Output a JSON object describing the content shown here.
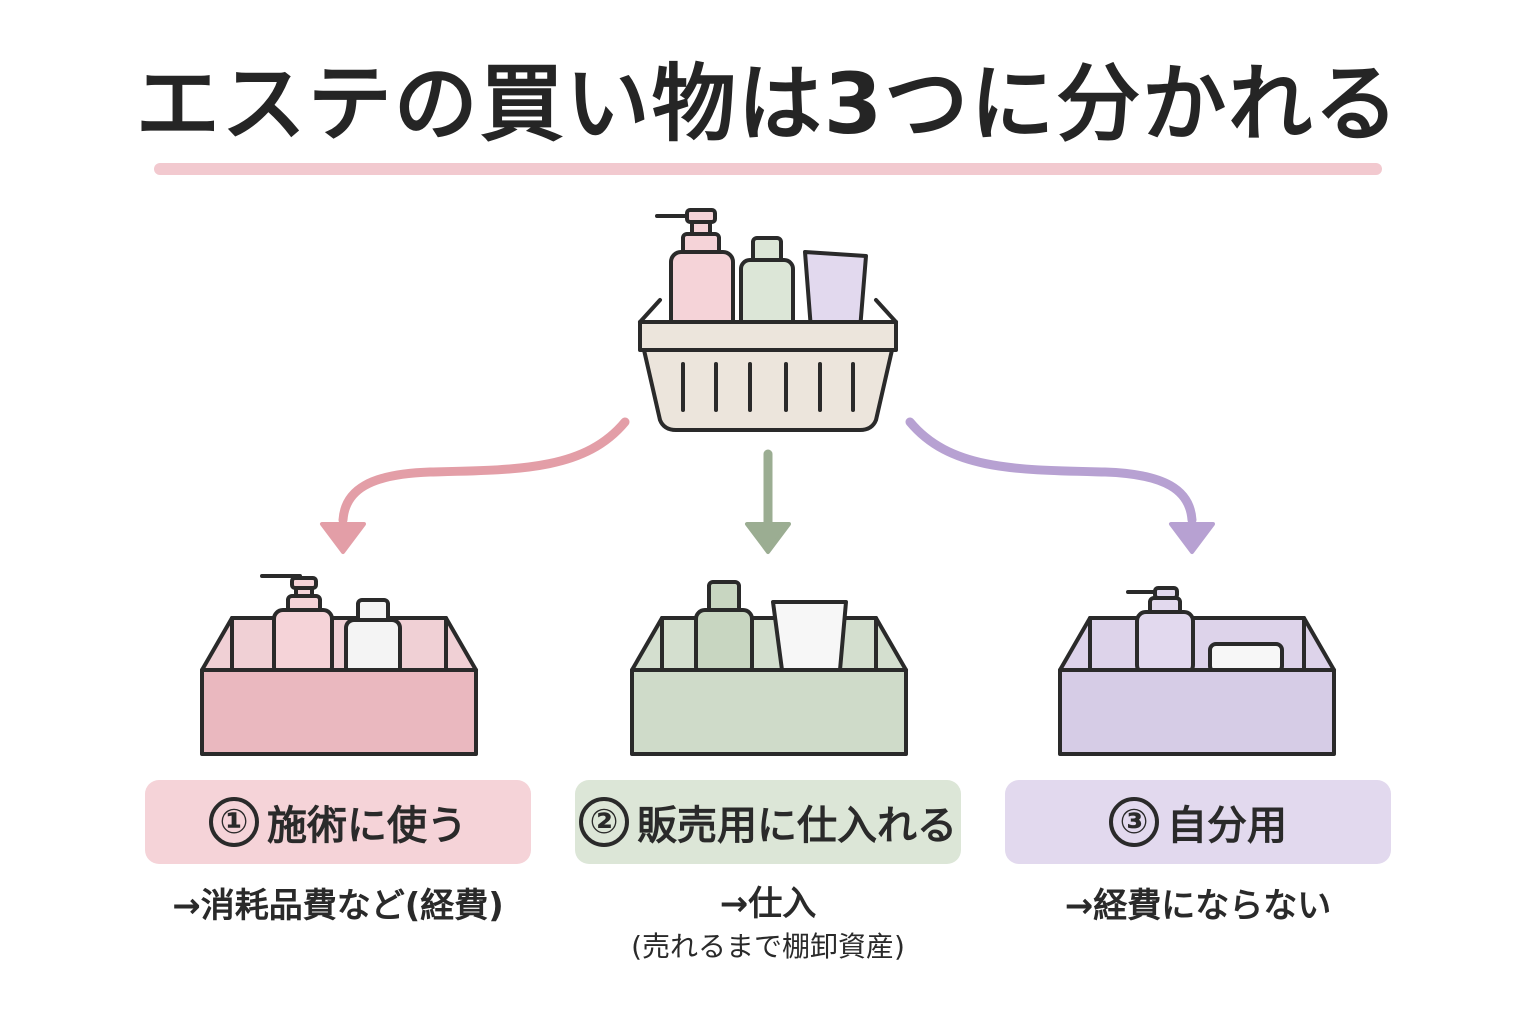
{
  "title": "エステの買い物は3つに分かれる",
  "colors": {
    "pink": "#e39ea7",
    "green": "#9bad92",
    "purple": "#b7a1d2",
    "outline": "#2a2a2a"
  },
  "categories": [
    {
      "number": "①",
      "label": "施術に使う",
      "note": "→消耗品費など(経費)",
      "color": "#e39ea7"
    },
    {
      "number": "②",
      "label": "販売用に仕入れる",
      "note": "→仕入",
      "subnote": "(売れるまで棚卸資産)",
      "color": "#9bad92"
    },
    {
      "number": "③",
      "label": "自分用",
      "note": "→経費にならない",
      "color": "#b7a1d2"
    }
  ]
}
